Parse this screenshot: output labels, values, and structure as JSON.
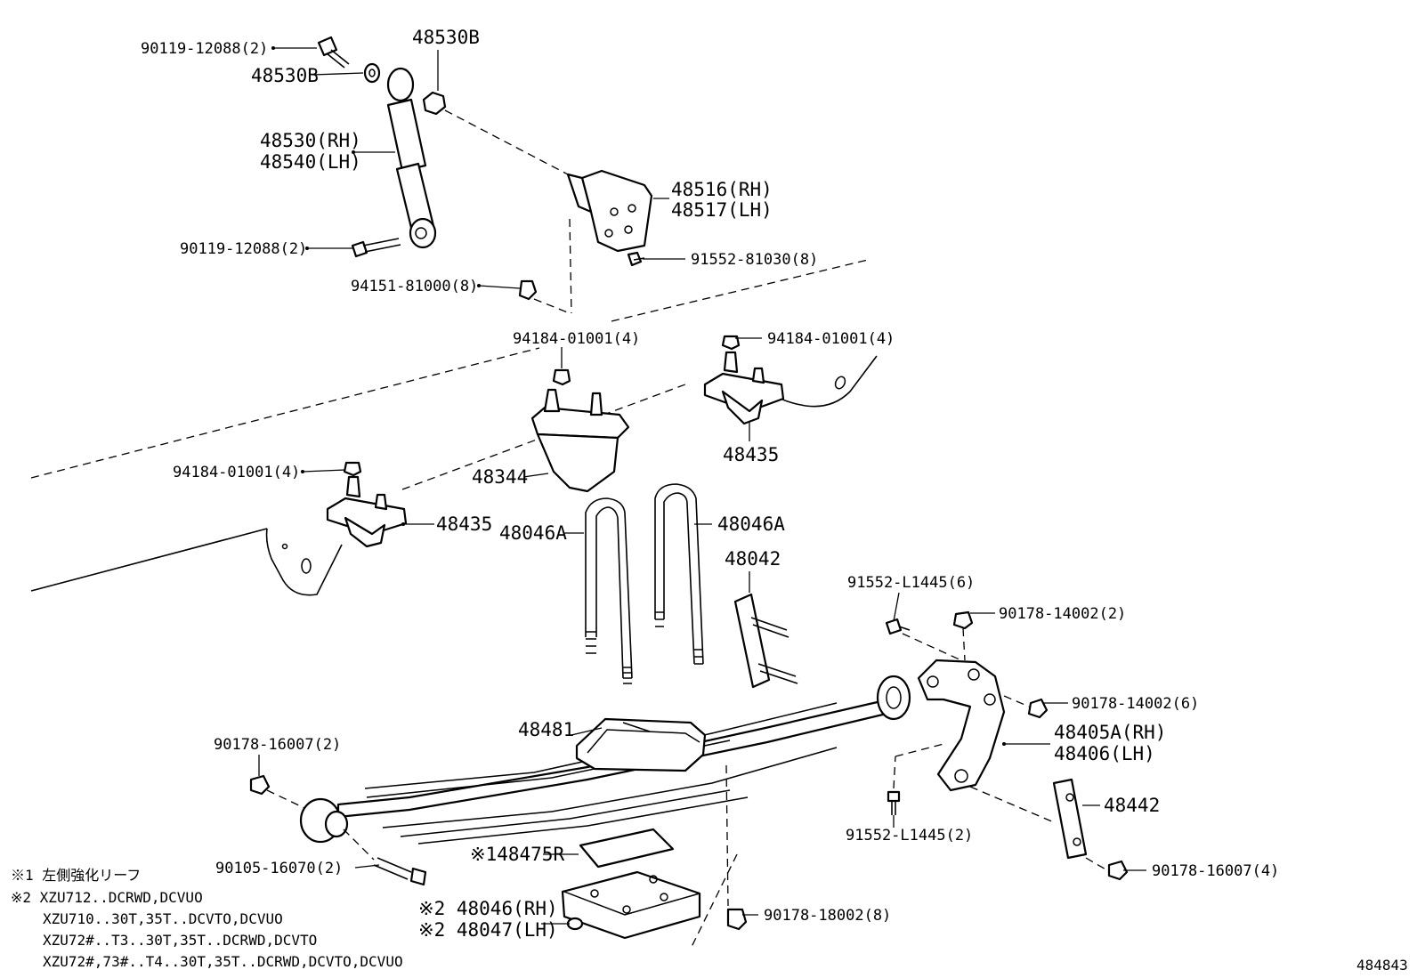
{
  "labels": {
    "l01": "90119-12088(2)",
    "l02": "48530B",
    "l03": "48530B",
    "l04": "48530(RH)",
    "l05": "48540(LH)",
    "l06": "48516(RH)",
    "l07": "48517(LH)",
    "l08": "90119-12088(2)",
    "l09": "91552-81030(8)",
    "l10": "94151-81000(8)",
    "l11": "94184-01001(4)",
    "l12": "94184-01001(4)",
    "l13": "48435",
    "l14": "94184-01001(4)",
    "l15": "48344",
    "l16": "48435",
    "l17": "48046A",
    "l18": "48046A",
    "l19": "48042",
    "l20": "91552-L1445(6)",
    "l21": "90178-14002(2)",
    "l22": "90178-14002(6)",
    "l23": "48405A(RH)",
    "l24": "48406(LH)",
    "l25": "48481",
    "l26": "90178-16007(2)",
    "l27": "48442",
    "l28": "91552-L1445(2)",
    "l29": "※148475R",
    "l30": "90105-16070(2)",
    "l31": "90178-16007(4)",
    "l32": "※2 48046(RH)",
    "l33": "※2 48047(LH)",
    "l34": "90178-18002(8)"
  },
  "notes": [
    "※1 左側強化リーフ",
    "※2 XZU712..DCRWD,DCVUO",
    "XZU710..30T,35T..DCVTO,DCVUO",
    "XZU72#..T3..30T,35T..DCRWD,DCVTO",
    "XZU72#,73#..T4..30T,35T..DCRWD,DCVTO,DCVUO"
  ],
  "figure_id": "484843"
}
